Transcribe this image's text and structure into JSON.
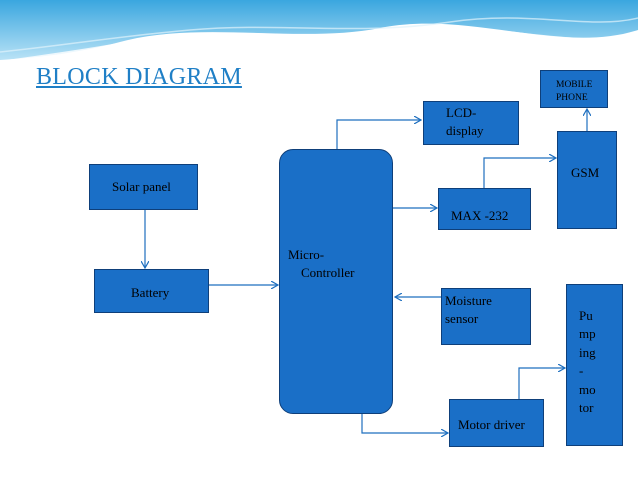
{
  "slide": {
    "title": "BLOCK DIAGRAM"
  },
  "blocks": {
    "solar_panel": "Solar panel",
    "battery": "Battery",
    "microcontroller": "Micro-\n    Controller",
    "lcd": "LCD-\ndisplay",
    "max232": "MAX -232",
    "gsm": "GSM",
    "mobile_phone": "MOBILE\nPHONE",
    "moisture_sensor": "Moisture\nsensor",
    "motor_driver": "Motor driver",
    "pumping_motor": "Pu\nmp\ning\n-\nmo\ntor"
  },
  "colors": {
    "block_fill": "#1a6fc7",
    "title": "#1f7fc6",
    "connector": "#1e6fbf"
  }
}
